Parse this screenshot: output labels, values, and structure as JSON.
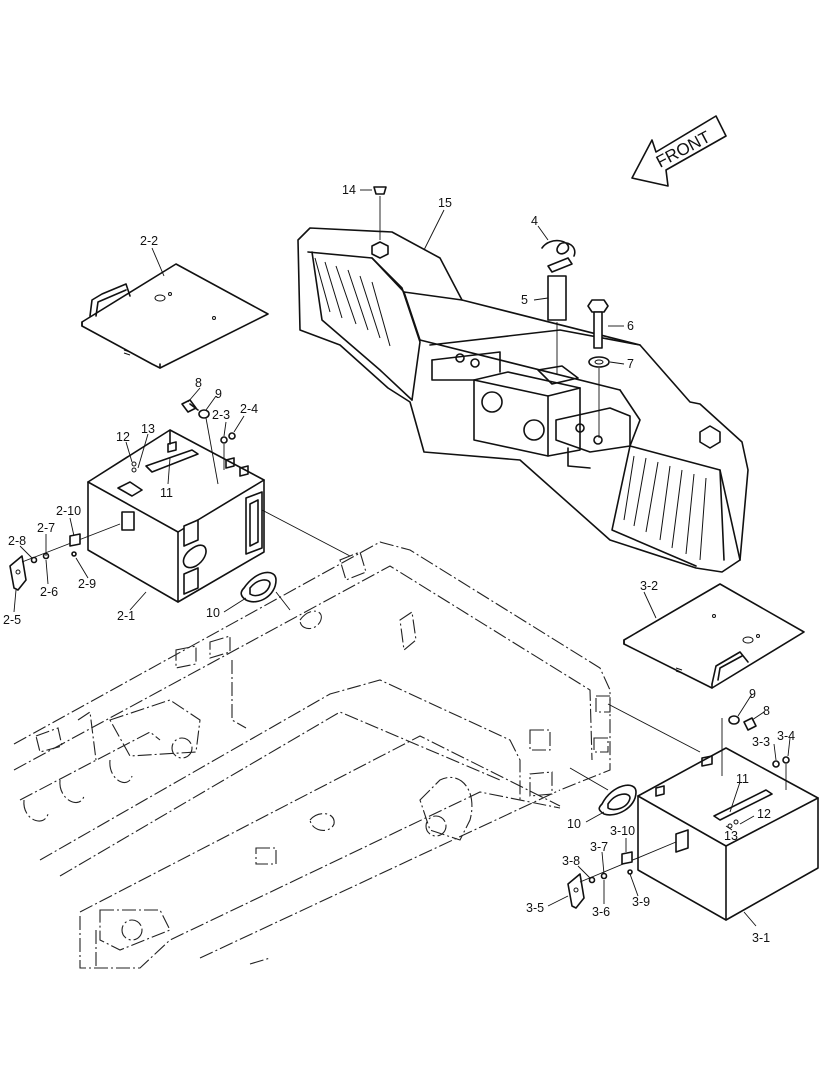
{
  "direction_label": "FRONT",
  "callouts": {
    "c14": "14",
    "c15": "15",
    "c4": "4",
    "c5": "5",
    "c6": "6",
    "c7": "7",
    "c2_2": "2-2",
    "c8a": "8",
    "c9a": "9",
    "c2_3": "2-3",
    "c2_4": "2-4",
    "c12a": "12",
    "c13a": "13",
    "c11a": "11",
    "c2_10": "2-10",
    "c2_7": "2-7",
    "c2_8": "2-8",
    "c2_6": "2-6",
    "c2_9": "2-9",
    "c2_5": "2-5",
    "c2_1": "2-1",
    "c10a": "10",
    "c3_2": "3-2",
    "c9b": "9",
    "c8b": "8",
    "c3_3": "3-3",
    "c3_4": "3-4",
    "c11b": "11",
    "c12b": "12",
    "c13b": "13",
    "c10b": "10",
    "c3_10": "3-10",
    "c3_7": "3-7",
    "c3_8": "3-8",
    "c3_5": "3-5",
    "c3_6": "3-6",
    "c3_9": "3-9",
    "c3_1": "3-1"
  }
}
